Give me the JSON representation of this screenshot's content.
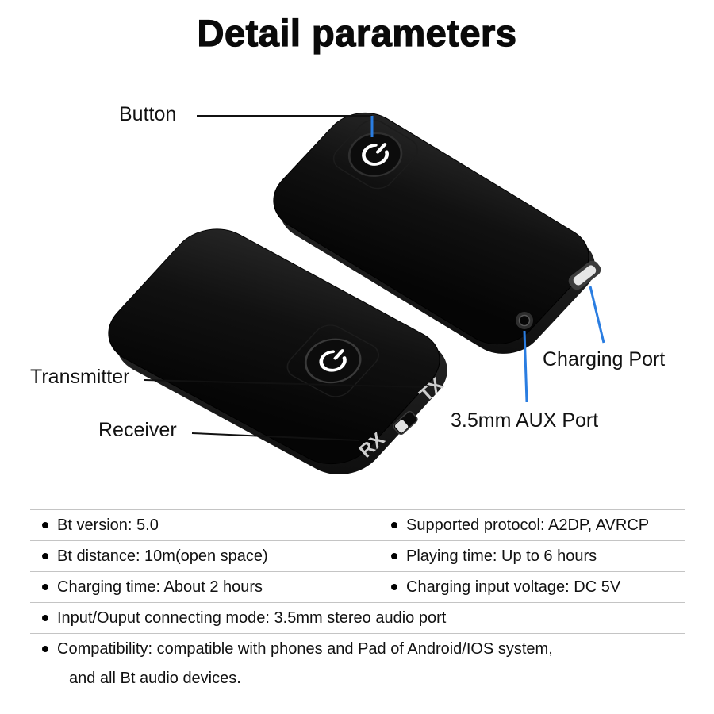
{
  "title": "Detail parameters",
  "callouts": {
    "button": "Button",
    "transmitter": "Transmitter",
    "receiver": "Receiver",
    "charging_port": "Charging Port",
    "aux_port": "3.5mm AUX Port"
  },
  "device_labels": {
    "tx": "TX",
    "rx": "RX"
  },
  "specs": {
    "two_col": [
      {
        "left": "Bt version: 5.0",
        "right": "Supported protocol: A2DP, AVRCP"
      },
      {
        "left": "Bt distance: 10m(open space)",
        "right": "Playing time: Up to 6 hours"
      },
      {
        "left": "Charging time: About 2 hours",
        "right": "Charging input voltage: DC 5V"
      }
    ],
    "full": [
      {
        "text": "Input/Ouput connecting mode: 3.5mm stereo audio port"
      },
      {
        "text": "Compatibility: compatible with phones and Pad of Android/IOS system,",
        "text2": "and all Bt audio devices."
      }
    ]
  },
  "colors": {
    "callout_blue": "#2a7de1",
    "device_black": "#0d0d0d",
    "port_white": "#e6e6e6"
  }
}
